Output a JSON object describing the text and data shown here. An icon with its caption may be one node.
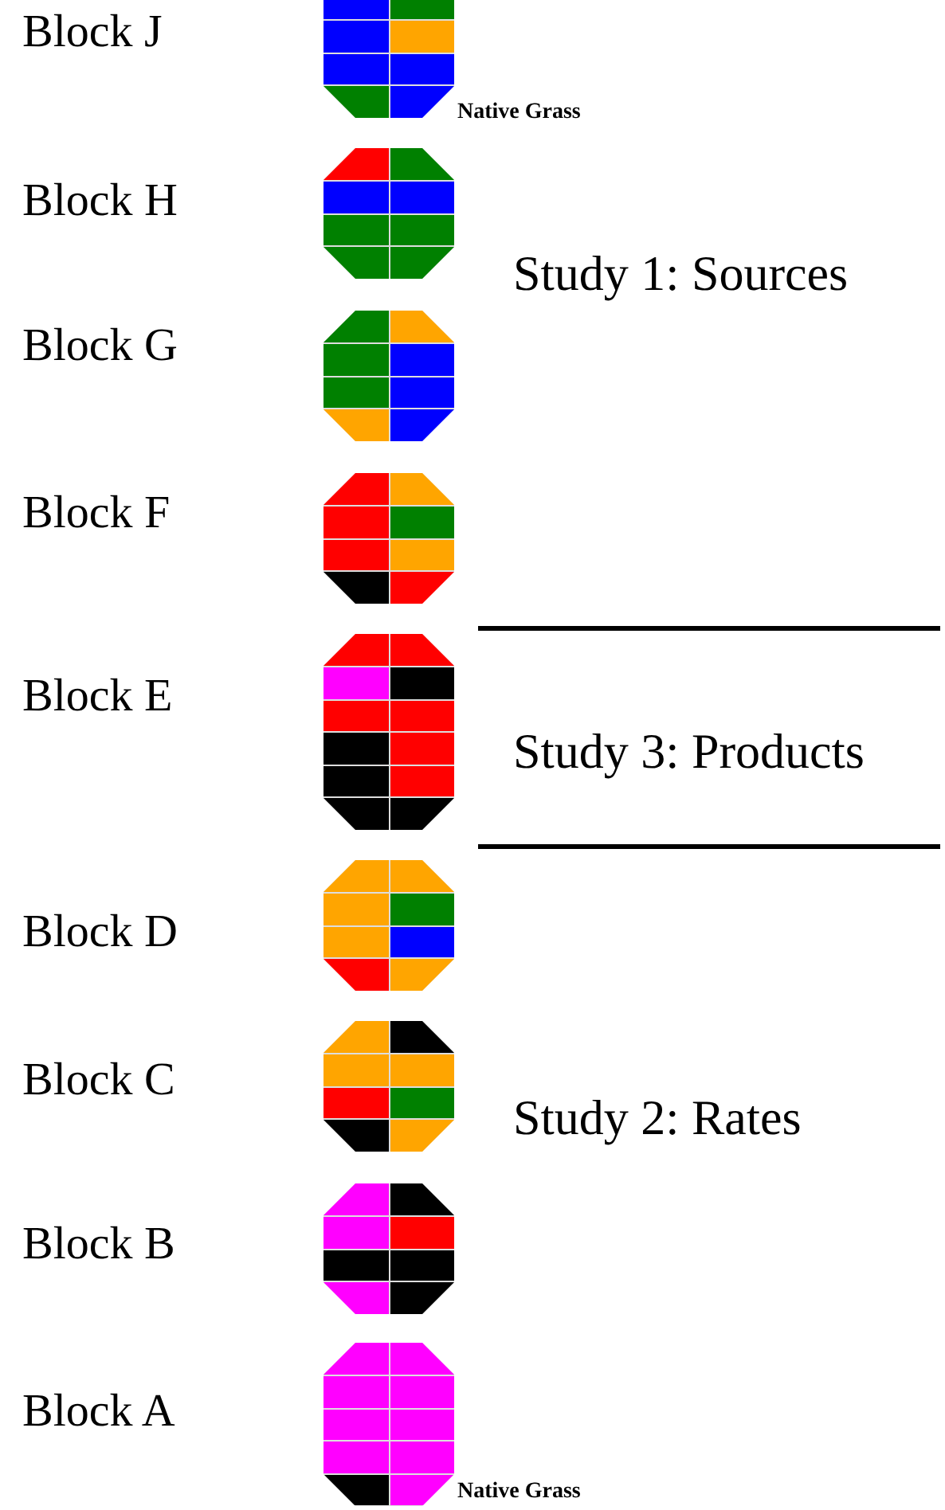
{
  "diagram": {
    "nodes": [
      {
        "text": [
          "Block J"
        ],
        "beside": [
          "Native Grass"
        ]
      },
      {
        "text": [
          "Block H"
        ]
      },
      {
        "text": [
          "Block G"
        ]
      },
      {
        "text": [
          "Block F"
        ]
      },
      {
        "text": [
          "Block E"
        ]
      },
      {
        "text": [
          "Block D"
        ]
      },
      {
        "text": [
          "Block C"
        ]
      },
      {
        "text": [
          "Block B"
        ]
      },
      {
        "text": [
          "Block A"
        ],
        "beside": [
          "Native Grass"
        ]
      }
    ],
    "labels": [
      "Study 1: Sources",
      "Study 3: Products",
      "Study 2: Rates"
    ]
  }
}
